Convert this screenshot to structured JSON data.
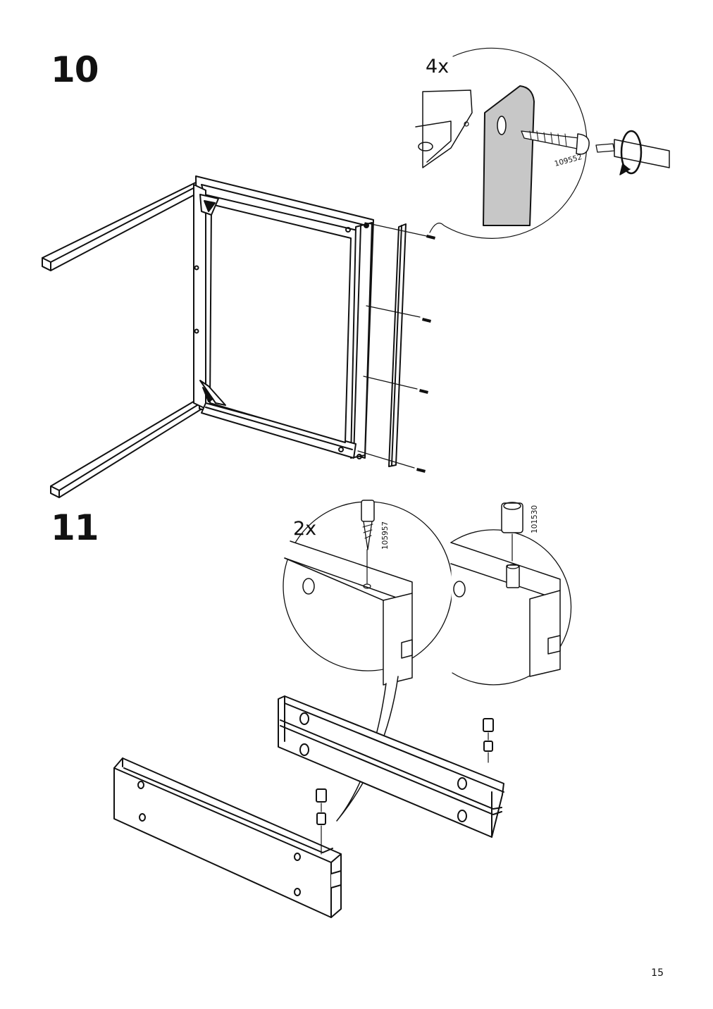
{
  "page_number": "15",
  "steps": [
    {
      "number": "10",
      "callouts": [
        {
          "quantity": "4x",
          "part_number": "109552"
        }
      ]
    },
    {
      "number": "11",
      "callouts": [
        {
          "quantity": "2x",
          "part_number": "105957"
        },
        {
          "part_number": "101530"
        }
      ]
    }
  ]
}
